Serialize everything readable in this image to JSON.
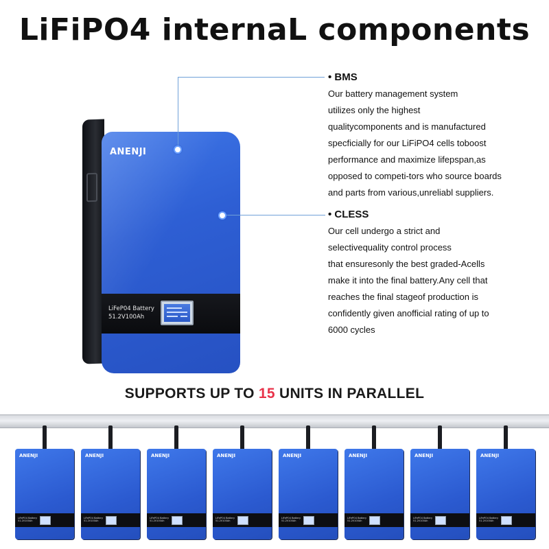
{
  "title": "LiFiPO4 internaL components",
  "battery": {
    "brand": "ANENJI",
    "label_line1": "LiFeP04 Battery",
    "label_line2": "51.2V100Ah"
  },
  "callouts": [
    {
      "heading": "BMS",
      "lines": [
        "Our battery management system",
        "utilizes only the highest",
        "qualitycomponents and is manufactured",
        "specficially for our LiFiPO4 cells toboost",
        "performance and maximize lifepspan,as",
        "opposed to competi-tors who source boards",
        "and parts from various,unreliabl suppliers."
      ]
    },
    {
      "heading": "CLESS",
      "lines": [
        "Our cell undergo a strict and",
        "selectivequality control process",
        "that ensuresonly the best graded-Acells",
        "make it into the final battery.Any cell that",
        "reaches the final stageof production is",
        "confidently given anofficial rating of up to",
        "6000 cycles"
      ]
    }
  ],
  "parallel": {
    "prefix": "SUPPORTS UP TO ",
    "number": "15",
    "suffix": " UNITS IN PARALLEL"
  },
  "units": {
    "count": 8,
    "brand": "ANENJI",
    "label_line1": "LiFePO4 Battery",
    "label_line2": "51.2V100Ah"
  },
  "colors": {
    "battery_blue": "#2e5fd4",
    "accent_red": "#e8334a",
    "callout_line": "#6fa0d8"
  }
}
